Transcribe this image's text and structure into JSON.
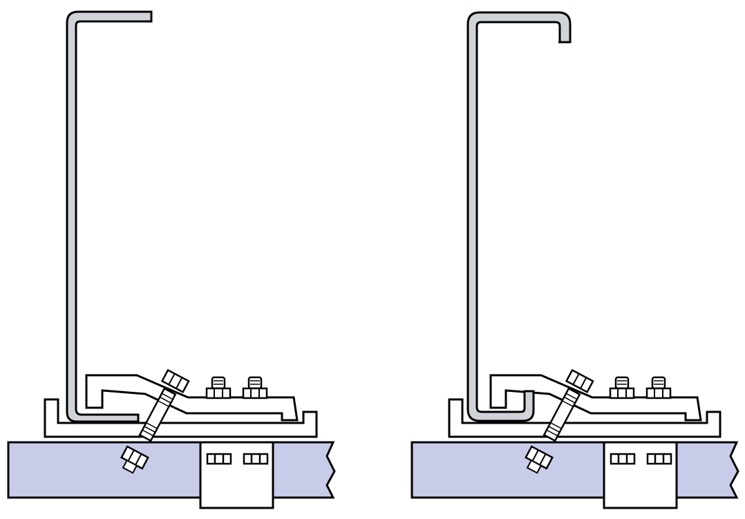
{
  "figure": {
    "panels": [
      {
        "id": "left",
        "section_type": "C-purlin",
        "lip": "none"
      },
      {
        "id": "right",
        "section_type": "C-purlin",
        "lip": "returned"
      }
    ],
    "colors": {
      "steel_section": "#d0d3d8",
      "beam": "#c9cce9",
      "outline": "#000000",
      "background": "#ffffff",
      "hardware": "#ffffff"
    },
    "icons": [
      "c-section-icon",
      "beam-flange-icon",
      "bolt-icon",
      "nut-icon",
      "clip-plate-icon",
      "channel-base-icon"
    ]
  }
}
